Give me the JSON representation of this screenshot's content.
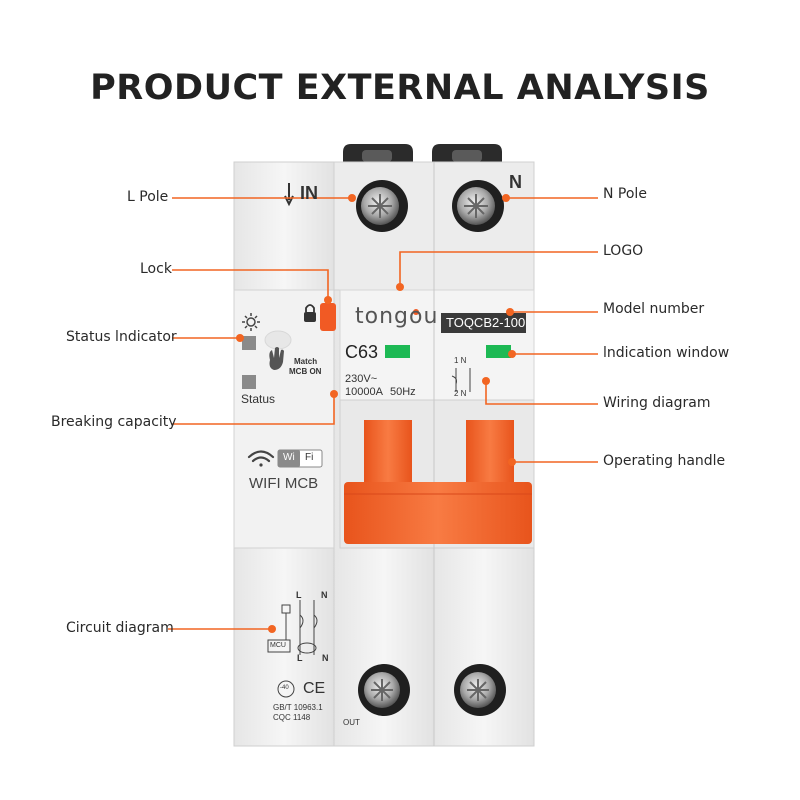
{
  "title": "PRODUCT EXTERNAL ANALYSIS",
  "labels": {
    "l_pole": "L  Pole",
    "lock": "Lock",
    "status_indicator": "Status lndicator",
    "breaking_capacity": "Breaking capacity",
    "circuit_diagram": "Circuit diagram",
    "n_pole": "N   Pole",
    "logo": "LOGO",
    "model_number": "Model number",
    "indication_window": "lndication window",
    "wiring_diagram": "Wiring diagram",
    "operating_handle": "Operating handle"
  },
  "device": {
    "in_label": "IN",
    "n_label": "N",
    "brand": "tongou",
    "model": "TOQCB2-100",
    "rating": "C63",
    "spec_voltage": "230V~",
    "spec_capacity": "10000A",
    "spec_freq": "50Hz",
    "match_line1": "Match",
    "match_line2": "MCB ON",
    "status_text": "Status",
    "wifi_badge_wi": "Wi",
    "wifi_badge_fi": "Fi",
    "product_name": "WIFI MCB",
    "standard_line1": "GB/T 10963.1",
    "standard_line2": "CQC 1148",
    "out_label": "OUT",
    "ce_mark": "CE",
    "temp_mark": "-40",
    "wiring_top": "1  N",
    "wiring_bottom": "2  N",
    "circuit_l": "L",
    "circuit_n": "N",
    "circuit_mcu": "MCU"
  },
  "colors": {
    "accent": "#f26522",
    "body": "#efefef",
    "indicator_green": "#1db954",
    "handle": "#f5692b"
  }
}
